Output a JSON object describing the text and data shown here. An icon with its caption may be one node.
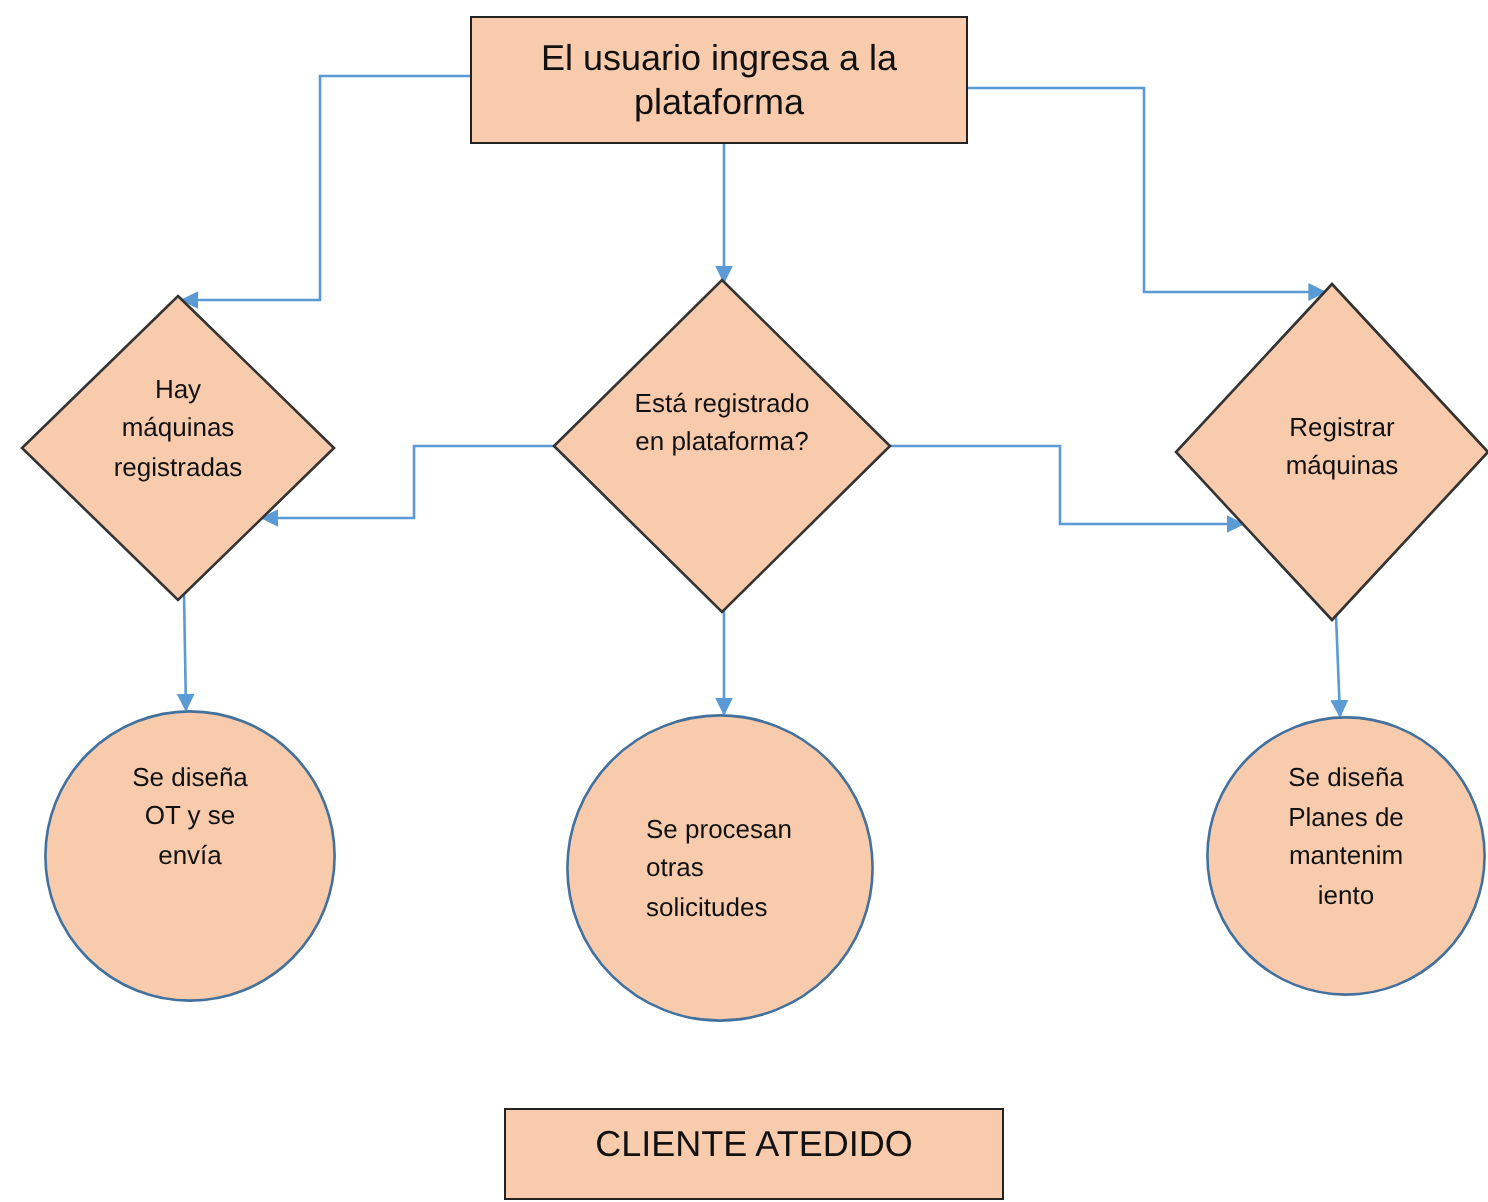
{
  "diagram": {
    "nodes": [
      {
        "text": [
          "El usuario ingresa a la plataforma"
        ]
      },
      {
        "text": [
          "Hay máquinas registradas"
        ]
      },
      {
        "text": [
          "Está registrado en plataforma?"
        ]
      },
      {
        "text": [
          "Registrar máquinas"
        ]
      },
      {
        "text": [
          "Se diseña OT y se envía"
        ]
      },
      {
        "text": [
          "Se procesan otras solicitudes"
        ]
      },
      {
        "text": [
          "Se diseña Planes de mantenim iento"
        ]
      },
      {
        "text": [
          "CLIENTE ATEDIDO"
        ]
      }
    ],
    "edges": [
      {
        "from": 0,
        "to": 1,
        "arrow": "to"
      },
      {
        "from": 0,
        "to": 2,
        "arrow": "to"
      },
      {
        "from": 0,
        "to": 3,
        "arrow": "to"
      },
      {
        "from": 2,
        "to": 1,
        "arrow": "to"
      },
      {
        "from": 2,
        "to": 3,
        "arrow": "to"
      },
      {
        "from": 1,
        "to": 4,
        "arrow": "to"
      },
      {
        "from": 2,
        "to": 5,
        "arrow": "to"
      },
      {
        "from": 3,
        "to": 6,
        "arrow": "to"
      }
    ]
  }
}
